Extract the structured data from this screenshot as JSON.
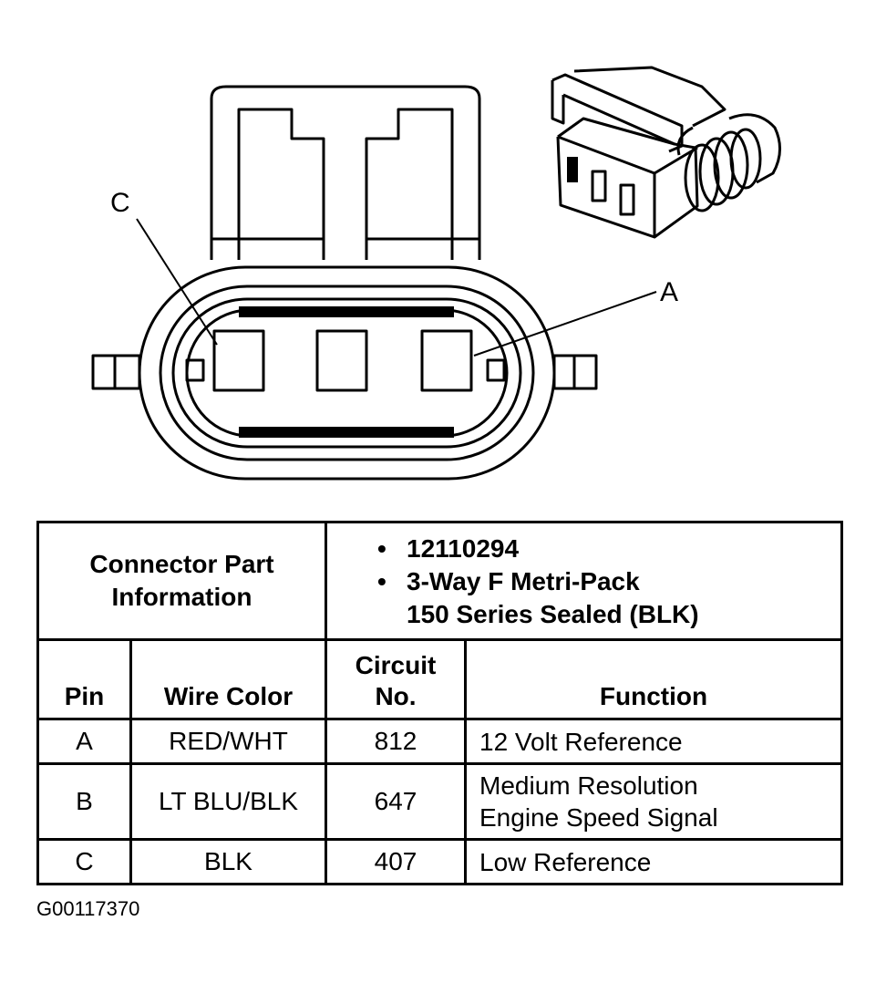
{
  "diagram": {
    "pin_labels": {
      "c": "C",
      "a": "A"
    }
  },
  "connector": {
    "label_line1": "Connector Part",
    "label_line2": "Information",
    "part_number": "12110294",
    "description_line1": "3-Way F Metri-Pack",
    "description_line2": "150 Series Sealed (BLK)",
    "bullet": "•"
  },
  "table": {
    "headers": {
      "pin": "Pin",
      "wire_color": "Wire Color",
      "circuit_line1": "Circuit",
      "circuit_line2": "No.",
      "function": "Function"
    },
    "rows": [
      {
        "pin": "A",
        "wire_color": "RED/WHT",
        "circuit": "812",
        "function_line1": "12 Volt Reference",
        "function_line2": ""
      },
      {
        "pin": "B",
        "wire_color": "LT BLU/BLK",
        "circuit": "647",
        "function_line1": "Medium Resolution",
        "function_line2": "Engine Speed Signal"
      },
      {
        "pin": "C",
        "wire_color": "BLK",
        "circuit": "407",
        "function_line1": "Low Reference",
        "function_line2": ""
      }
    ]
  },
  "figure_code": "G00117370"
}
